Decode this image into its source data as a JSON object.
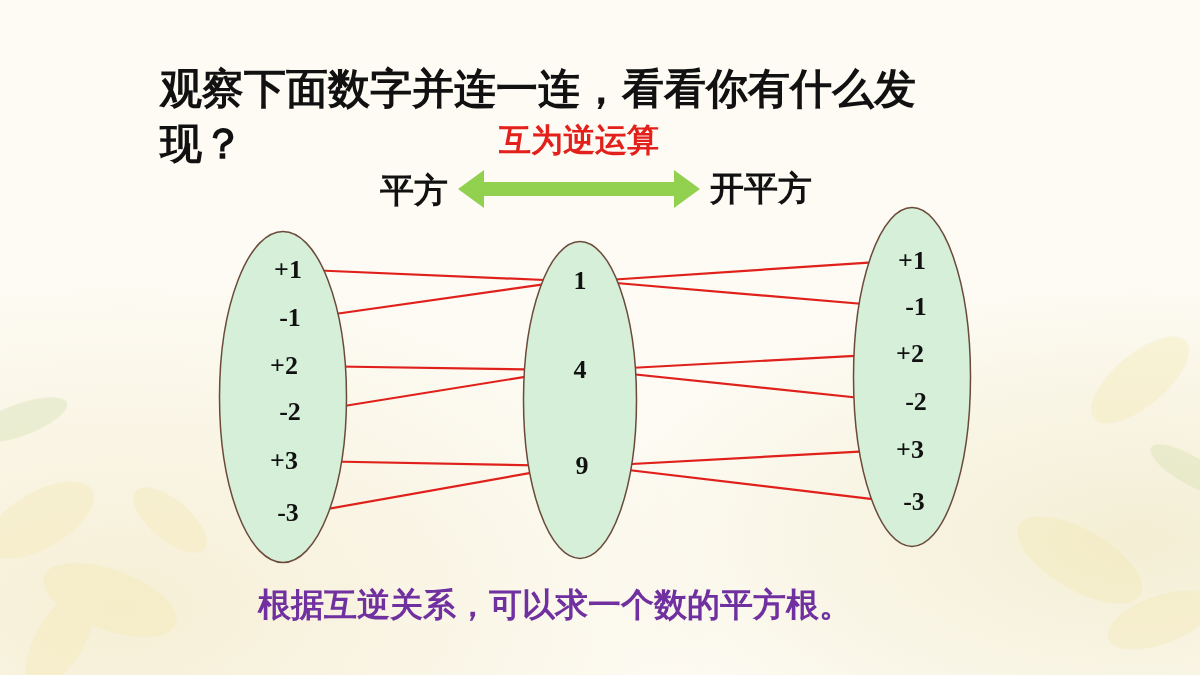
{
  "diagram": {
    "title": "观察下面数字并连一连，看看你有什么发现？",
    "caption": "根据互逆关系，可以求一个数的平方根。",
    "nodes": [
      {
        "text": [
          "平方"
        ]
      },
      {
        "text": [
          "开平方"
        ]
      },
      {
        "text": []
      },
      {
        "text": [
          "+1"
        ],
        "in": 2
      },
      {
        "text": [
          "-1"
        ],
        "in": 2
      },
      {
        "text": [
          "+2"
        ],
        "in": 2
      },
      {
        "text": [
          "-2"
        ],
        "in": 2
      },
      {
        "text": [
          "+3"
        ],
        "in": 2
      },
      {
        "text": [
          "-3"
        ],
        "in": 2
      },
      {
        "text": []
      },
      {
        "text": [
          "1"
        ],
        "in": 9
      },
      {
        "text": [
          "4"
        ],
        "in": 9
      },
      {
        "text": [
          "9"
        ],
        "in": 9
      },
      {
        "text": []
      },
      {
        "text": [
          "+1"
        ],
        "in": 13
      },
      {
        "text": [
          "-1"
        ],
        "in": 13
      },
      {
        "text": [
          "+2"
        ],
        "in": 13
      },
      {
        "text": [
          "-2"
        ],
        "in": 13
      },
      {
        "text": [
          "+3"
        ],
        "in": 13
      },
      {
        "text": [
          "-3"
        ],
        "in": 13
      }
    ],
    "edges": [
      {
        "from": 0,
        "to": 1,
        "arrow": "both",
        "label": "互为逆运算"
      },
      {
        "from": 3,
        "to": 10,
        "arrow": "to"
      },
      {
        "from": 4,
        "to": 10,
        "arrow": "to"
      },
      {
        "from": 5,
        "to": 11,
        "arrow": "to"
      },
      {
        "from": 6,
        "to": 11,
        "arrow": "to"
      },
      {
        "from": 7,
        "to": 12,
        "arrow": "to"
      },
      {
        "from": 8,
        "to": 12,
        "arrow": "to"
      },
      {
        "from": 10,
        "to": 14,
        "arrow": "to"
      },
      {
        "from": 10,
        "to": 15,
        "arrow": "to"
      },
      {
        "from": 11,
        "to": 16,
        "arrow": "to"
      },
      {
        "from": 11,
        "to": 17,
        "arrow": "to"
      },
      {
        "from": 12,
        "to": 18,
        "arrow": "to"
      },
      {
        "from": 12,
        "to": 19,
        "arrow": "to"
      }
    ]
  }
}
